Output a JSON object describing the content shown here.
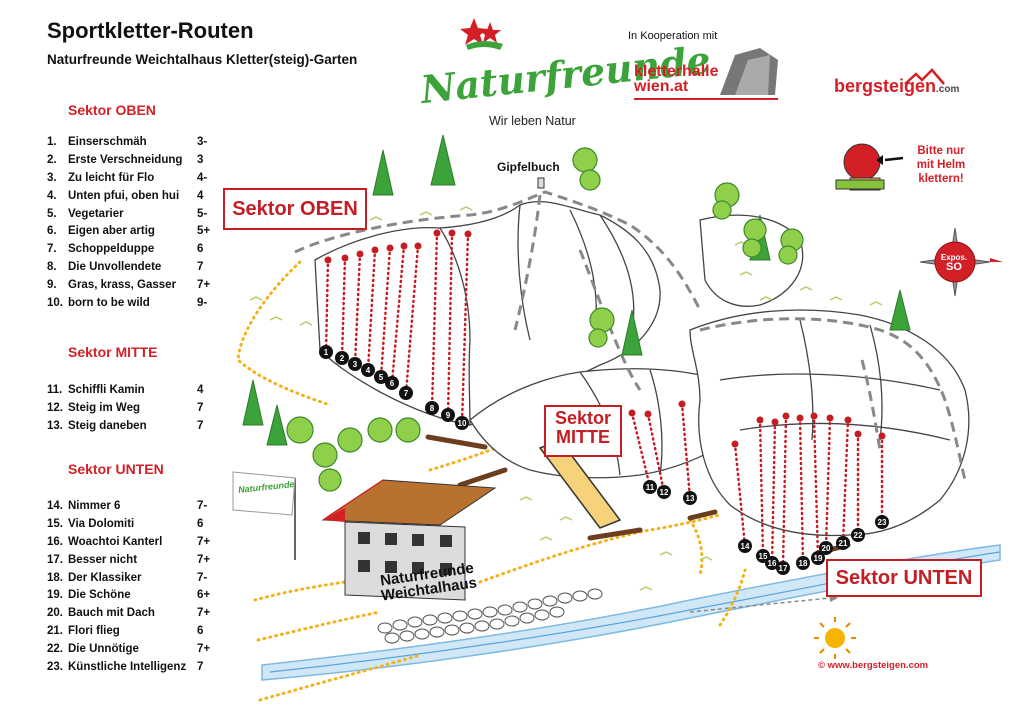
{
  "header": {
    "title": "Sportkletter-Routen",
    "subtitle": "Naturfreunde Weichtalhaus Kletter(steig)-Garten",
    "cooperation": "In Kooperation mit"
  },
  "logos": {
    "naturfreunde": "Naturfreunde",
    "naturfreunde_tagline": "Wir leben Natur",
    "kletterhalle_line1": "kletterhalle",
    "kletterhalle_line2": "wien.at",
    "bergsteigen": "bergsteigen",
    "bergsteigen_suffix": ".com",
    "flag": "Naturfreunde"
  },
  "sectors": [
    {
      "heading": "Sektor OBEN",
      "routes": [
        {
          "num": "1.",
          "name": "Einserschmäh",
          "grade": "3-"
        },
        {
          "num": "2.",
          "name": "Erste Verschneidung",
          "grade": "3"
        },
        {
          "num": "3.",
          "name": "Zu leicht für Flo",
          "grade": "4-"
        },
        {
          "num": "4.",
          "name": "Unten pfui, oben hui",
          "grade": "4"
        },
        {
          "num": "5.",
          "name": "Vegetarier",
          "grade": "5-"
        },
        {
          "num": "6.",
          "name": "Eigen aber artig",
          "grade": "5+"
        },
        {
          "num": "7.",
          "name": "Schoppelduppe",
          "grade": "6"
        },
        {
          "num": "8.",
          "name": "Die Unvollendete",
          "grade": "7"
        },
        {
          "num": "9.",
          "name": "Gras, krass, Gasser",
          "grade": "7+"
        },
        {
          "num": "10.",
          "name": "born to be wild",
          "grade": "9-"
        }
      ]
    },
    {
      "heading": "Sektor MITTE",
      "routes": [
        {
          "num": "11.",
          "name": "Schiffli Kamin",
          "grade": "4"
        },
        {
          "num": "12.",
          "name": "Steig im Weg",
          "grade": "7"
        },
        {
          "num": "13.",
          "name": "Steig daneben",
          "grade": "7"
        }
      ]
    },
    {
      "heading": "Sektor UNTEN",
      "routes": [
        {
          "num": "14.",
          "name": "Nimmer 6",
          "grade": "7-"
        },
        {
          "num": "15.",
          "name": "Via Dolomiti",
          "grade": "6"
        },
        {
          "num": "16.",
          "name": "Woachtoi Kanterl",
          "grade": "7+"
        },
        {
          "num": "17.",
          "name": "Besser nicht",
          "grade": "7+"
        },
        {
          "num": "18.",
          "name": "Der Klassiker",
          "grade": "7-"
        },
        {
          "num": "19.",
          "name": "Die Schöne",
          "grade": "6+"
        },
        {
          "num": "20.",
          "name": "Bauch mit Dach",
          "grade": "7+"
        },
        {
          "num": "21.",
          "name": "Flori flieg",
          "grade": "6"
        },
        {
          "num": "22.",
          "name": "Die Unnötige",
          "grade": "7+"
        },
        {
          "num": "23.",
          "name": "Künstliche Intelligenz",
          "grade": "7"
        }
      ]
    }
  ],
  "map": {
    "gipfelbuch": "Gipfelbuch",
    "sector_oben": "Sektor OBEN",
    "sector_mitte_1": "Sektor",
    "sector_mitte_2": "MITTE",
    "sector_unten": "Sektor UNTEN",
    "hut_line1": "Naturfreunde",
    "hut_line2": "Weichtalhaus",
    "helmet_line1": "Bitte nur",
    "helmet_line2": "mit Helm",
    "helmet_line3": "klettern!",
    "compass_small": "Expos.",
    "compass_dir": "SO",
    "copyright": "© www.bergsteigen.com",
    "markers": [
      "1",
      "2",
      "3",
      "4",
      "5",
      "6",
      "7",
      "8",
      "9",
      "10",
      "11",
      "12",
      "13",
      "14",
      "15",
      "16",
      "17",
      "18",
      "19",
      "20",
      "21",
      "22",
      "23"
    ]
  },
  "colors": {
    "accent_red": "#d32027",
    "route_red": "#c41d23",
    "path_yellow": "#f2b21c",
    "tree_green": "#3ca33a",
    "rock_grey": "#555555"
  }
}
